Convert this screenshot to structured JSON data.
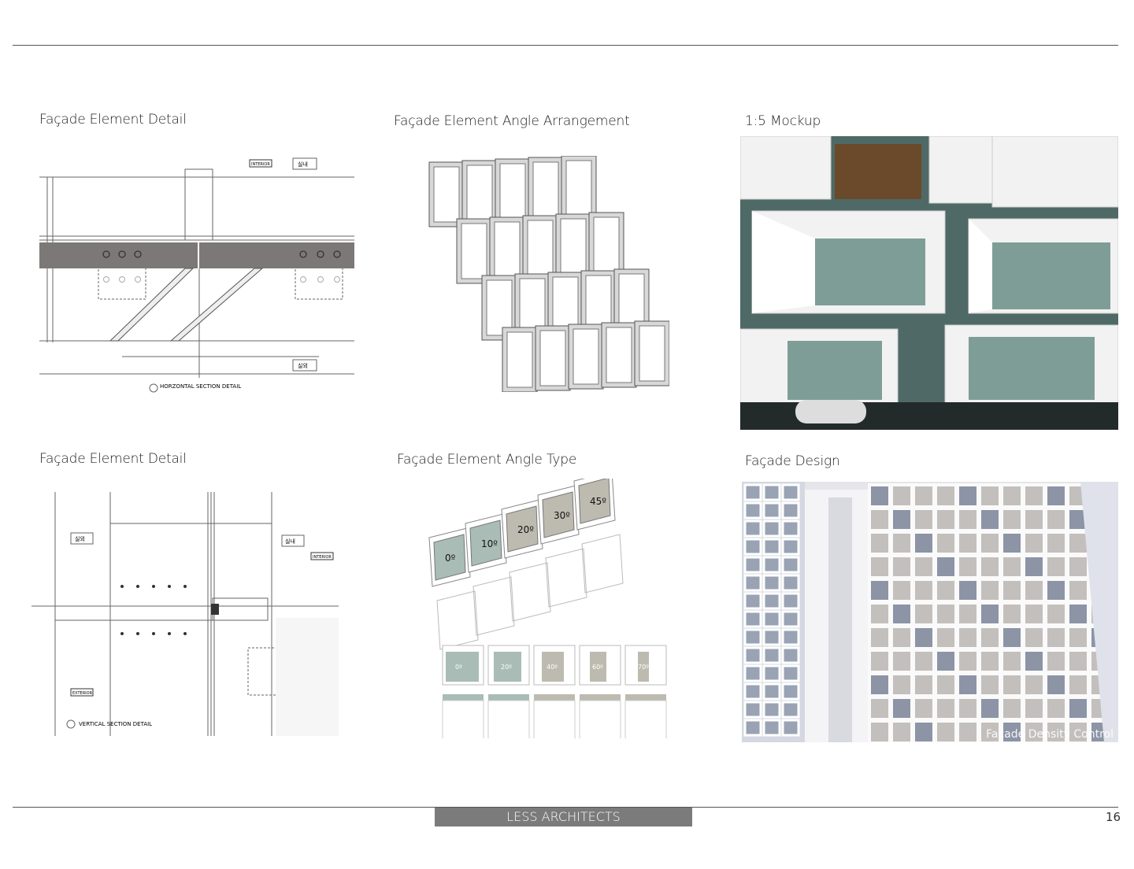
{
  "panels": [
    {
      "title": "Façade Element Detail",
      "drawing_title": "HORZONTAL SECTION DETAIL",
      "labels": [
        "INTERIOR",
        "실내",
        "실외"
      ]
    },
    {
      "title": "Façade Element Angle Arrangement"
    },
    {
      "title": "1:5 Mockup"
    },
    {
      "title": "Façade Element Detail",
      "drawing_title": "VERTICAL SECTION DETAIL",
      "labels": [
        "실외",
        "실내",
        "INTERIOR",
        "EXTERIOR"
      ]
    },
    {
      "title": "Façade Element Angle Type",
      "angles_top": [
        "0º",
        "10º",
        "20º",
        "30º",
        "45º"
      ],
      "angles_bottom": [
        "0º",
        "20º",
        "40º",
        "60º",
        "70º"
      ]
    },
    {
      "title": "Façade Design",
      "caption": "Façade Density Control"
    }
  ],
  "footer": {
    "brand": "LESS ARCHITECTS",
    "page_number": "16"
  },
  "colors": {
    "footer_bg": "#7b7b7b",
    "glass_green": "#a9bcb6",
    "glass_grey": "#bdbab0"
  }
}
